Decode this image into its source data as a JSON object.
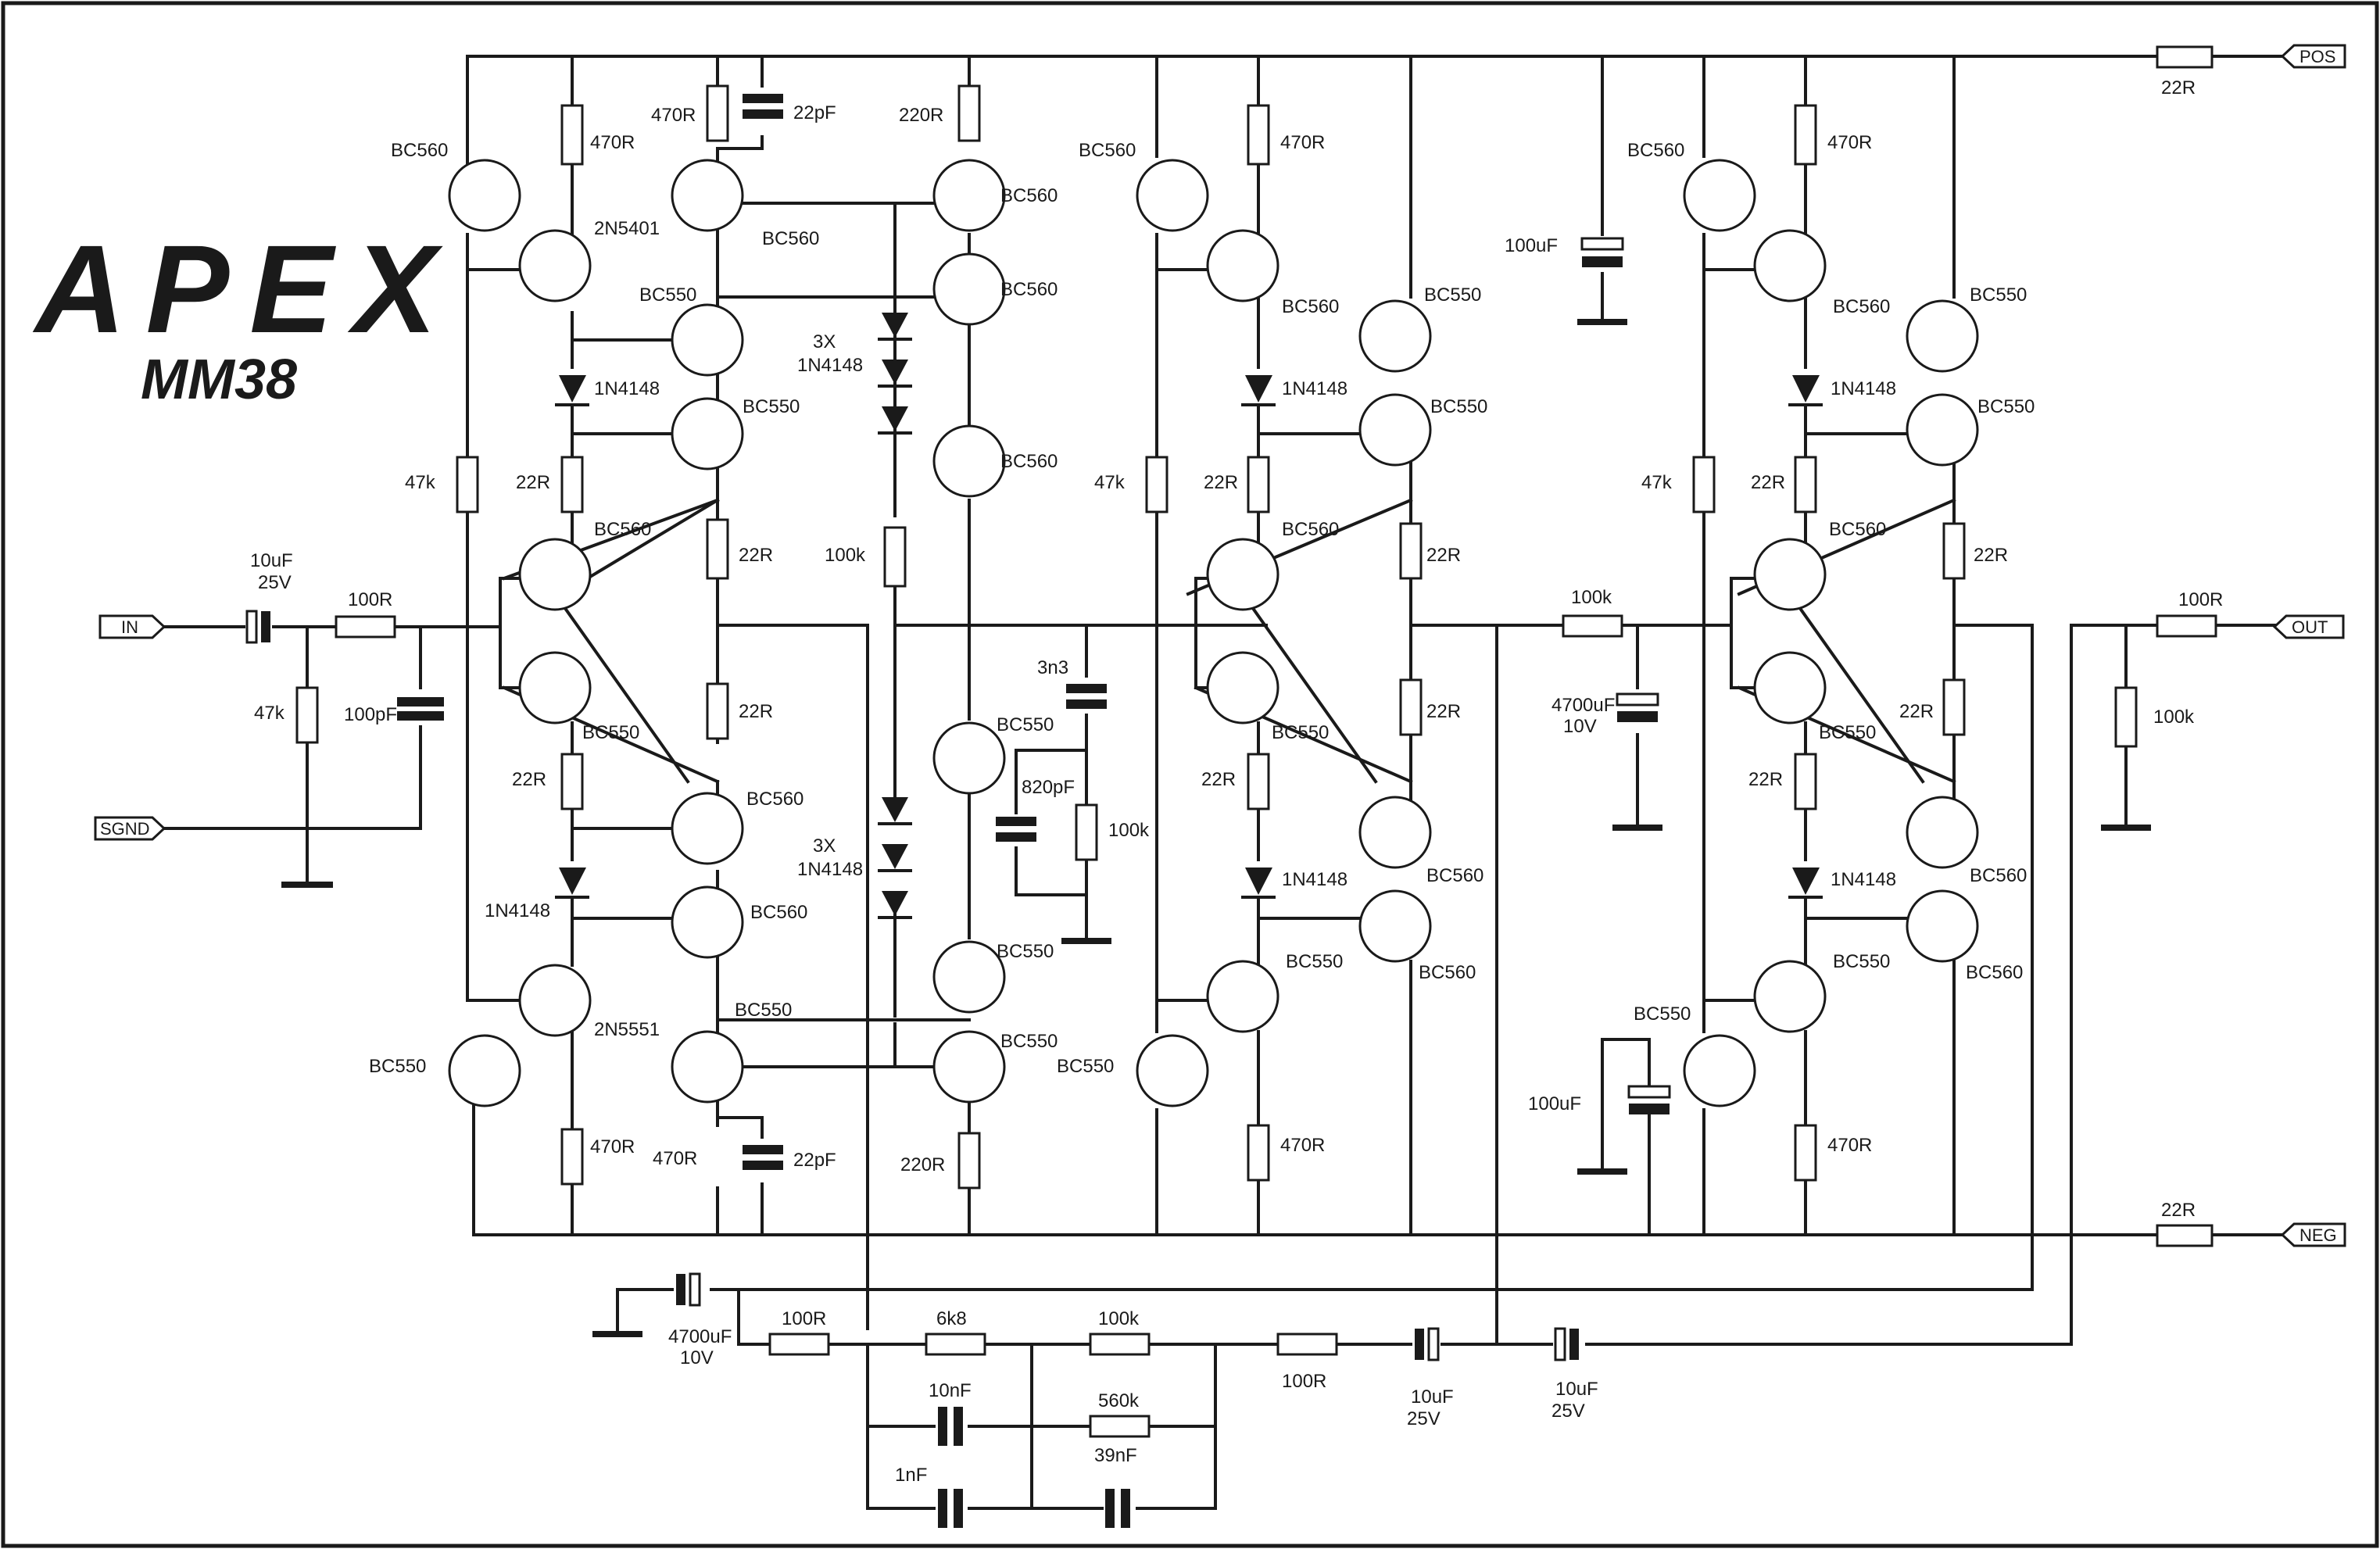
{
  "logo": "APEX",
  "model": "MM38",
  "ports": {
    "pos": "POS",
    "neg": "NEG",
    "in": "IN",
    "out": "OUT",
    "sgnd": "SGND"
  },
  "labels": {
    "bc560": "BC560",
    "bc550": "BC550",
    "t_2n5401": "2N5401",
    "t_2n5551": "2N5551",
    "d_1n4148": "1N4148",
    "three_x": "3X",
    "r470": "470R",
    "r220": "220R",
    "r22": "22R",
    "r100": "100R",
    "r47k": "47k",
    "r100k": "100k",
    "r560k": "560k",
    "r6k8": "6k8",
    "c22p": "22pF",
    "c100p": "100pF",
    "c820p": "820pF",
    "c3n3": "3n3",
    "c10n": "10nF",
    "c1n": "1nF",
    "c39n": "39nF",
    "c100u": "100uF",
    "c4700u": "4700uF",
    "c10u": "10uF",
    "v25": "25V",
    "v10": "10V"
  },
  "colors": {
    "ink": "#1a1a1a",
    "paper": "#ffffff"
  }
}
